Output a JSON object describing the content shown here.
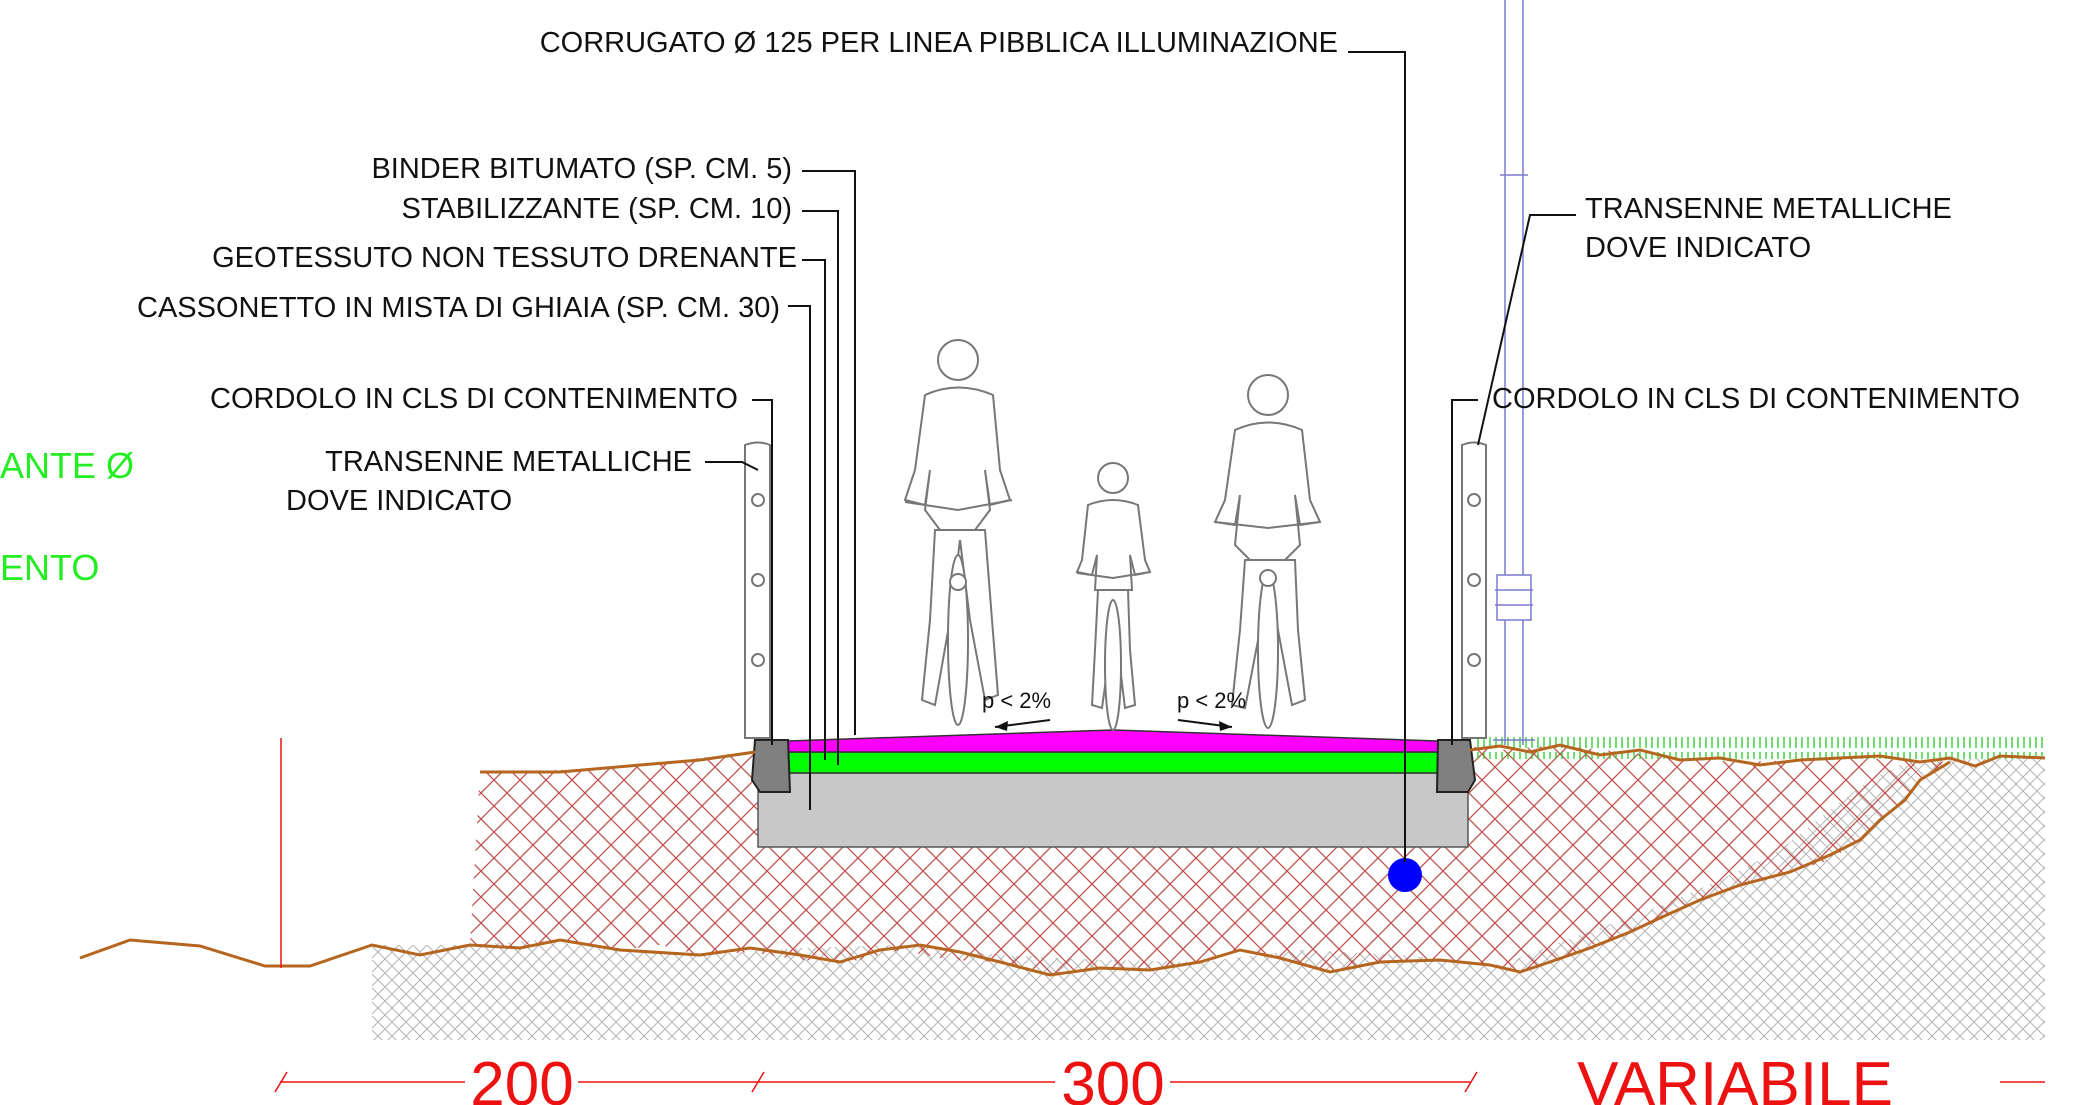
{
  "labels": {
    "corrugato": "CORRUGATO Ø 125 PER LINEA PIBBLICA ILLUMINAZIONE",
    "binder": "BINDER BITUMATO (SP. CM. 5)",
    "stabilizzante": "STABILIZZANTE (SP. CM. 10)",
    "geotessuto": "GEOTESSUTO  NON TESSUTO DRENANTE",
    "cassonetto": "CASSONETTO IN MISTA DI GHIAIA  (SP. CM. 30)",
    "cordolo_left": "CORDOLO IN CLS DI CONTENIMENTO",
    "transenne_left_1": "TRANSENNE METALLICHE",
    "transenne_left_2": "DOVE INDICATO",
    "cordolo_right": "CORDOLO IN CLS DI CONTENIMENTO",
    "transenne_right_1": "TRANSENNE METALLICHE",
    "transenne_right_2": "DOVE INDICATO",
    "green_1": "ANTE  Ø",
    "green_2": "ENTO"
  },
  "slopes": {
    "left": "p < 2%",
    "right": "p < 2%"
  },
  "dimensions": {
    "left": "200",
    "middle": "300",
    "right": "VARIABILE"
  },
  "colors": {
    "binder": "#ff00ff",
    "stabilizzante": "#00ff00",
    "cassonetto": "#c8c8c8",
    "cordolo": "#808080",
    "soil_hatch": "#c0504d",
    "ground_line": "#b5651d",
    "dimension": "#ee1111",
    "pipe": "#0000ff",
    "grass": "#22cc22",
    "lamp_post": "#7a7ad0"
  }
}
